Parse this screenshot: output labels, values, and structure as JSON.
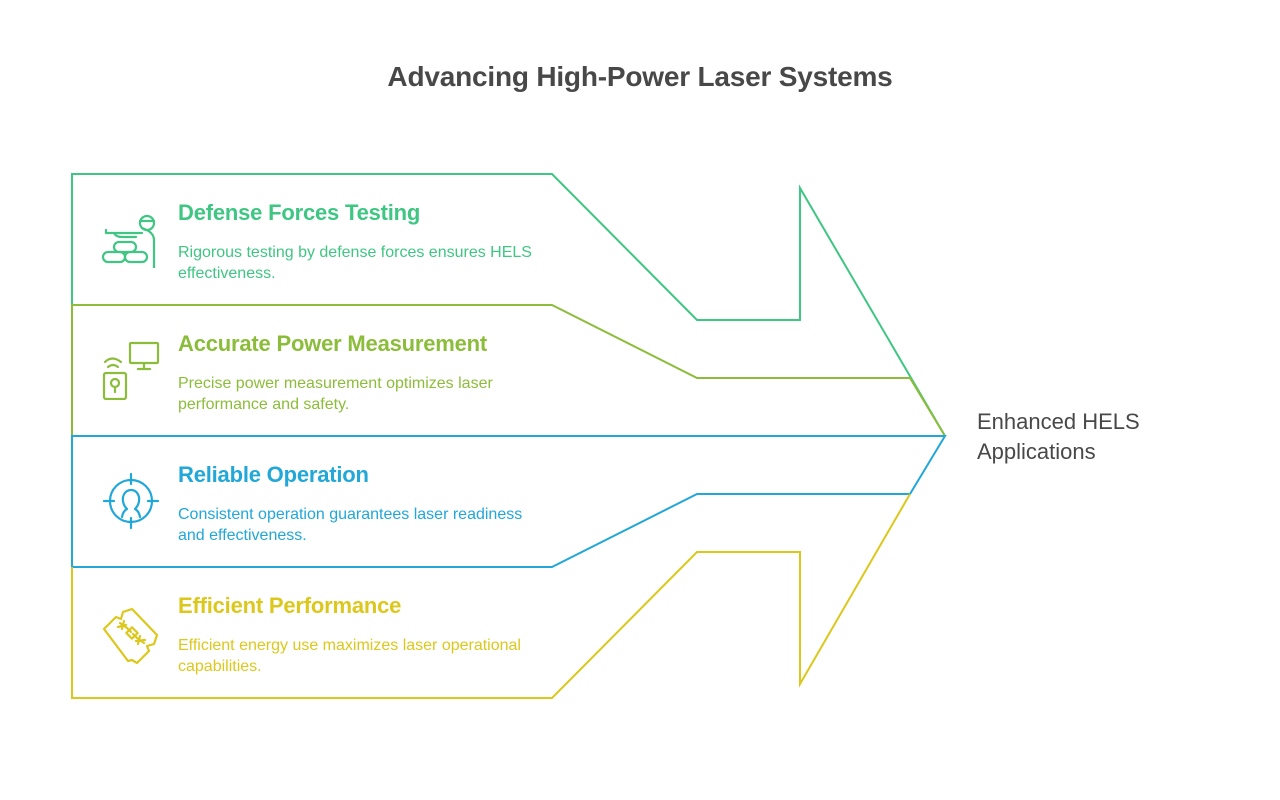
{
  "title": "Advancing High-Power Laser Systems",
  "colors": {
    "green": "#3ec682",
    "lime": "#8cbd3a",
    "blue": "#21a7d8",
    "yellow": "#dcc81c",
    "text_dark": "#484848"
  },
  "sections": [
    {
      "title": "Defense Forces Testing",
      "description": "Rigorous testing by defense forces ensures HELS effectiveness.",
      "icon": "soldier-with-sandbags-icon",
      "color": "#3ec682"
    },
    {
      "title": "Accurate Power Measurement",
      "description": "Precise power measurement optimizes laser performance and safety.",
      "icon": "wireless-meter-monitor-icon",
      "color": "#8cbd3a"
    },
    {
      "title": "Reliable Operation",
      "description": "Consistent operation guarantees laser readiness and effectiveness.",
      "icon": "target-person-icon",
      "color": "#21a7d8"
    },
    {
      "title": "Efficient Performance",
      "description": "Efficient energy use maximizes laser operational capabilities.",
      "icon": "circuit-chip-icon",
      "color": "#dcc81c"
    }
  ],
  "result": {
    "label": "Enhanced HELS Applications"
  }
}
